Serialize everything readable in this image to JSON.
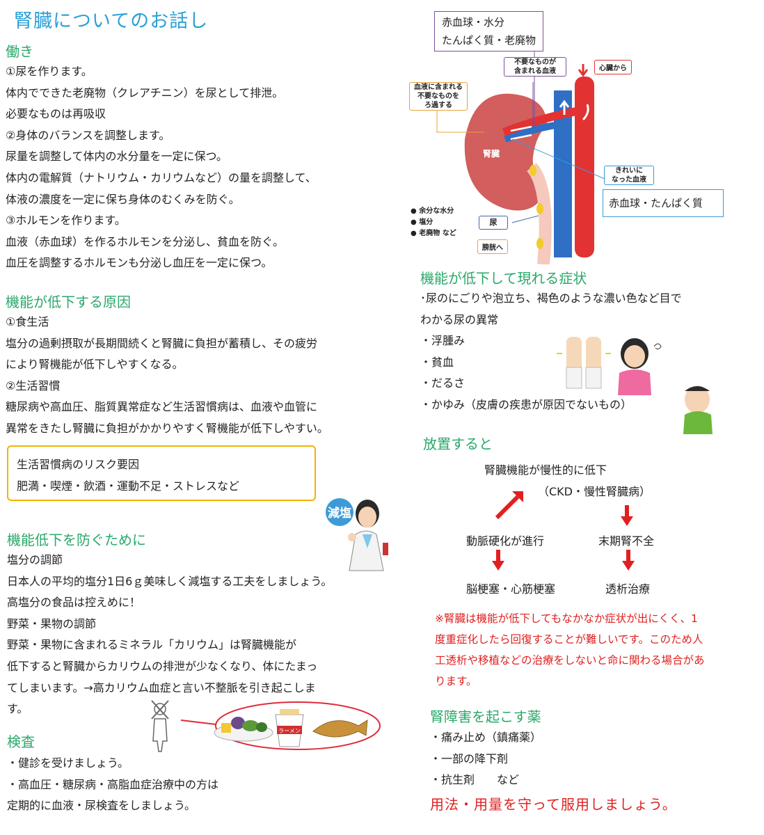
{
  "title": "腎臓についてのお話し",
  "function_section": {
    "heading": "働き",
    "lines": [
      "①尿を作ります。",
      "体内でできた老廃物（クレアチニン）を尿として排泄。",
      "必要なものは再吸収",
      "②身体のバランスを調整します。",
      "尿量を調整して体内の水分量を一定に保つ。",
      "体内の電解質（ナトリウム・カリウムなど）の量を調整して、",
      "体液の濃度を一定に保ち身体のむくみを防ぐ。",
      "③ホルモンを作ります。",
      "血液（赤血球）を作るホルモンを分泌し、貧血を防ぐ。",
      "血圧を調整するホルモンも分泌し血圧を一定に保つ。"
    ]
  },
  "cause_section": {
    "heading": "機能が低下する原因",
    "lines": [
      "①食生活",
      "塩分の過剰摂取が長期間続くと腎臓に負担が蓄積し、その疲労",
      "により腎機能が低下しやすくなる。",
      "②生活習慣",
      "糖尿病や高血圧、脂質異常症など生活習慣病は、血液や血管に",
      "異常をきたし腎臓に負担がかかりやすく腎機能が低下しやすい。"
    ],
    "risk_box": [
      "生活習慣病のリスク要因",
      "肥満・喫煙・飲酒・運動不足・ストレスなど"
    ]
  },
  "prevent_section": {
    "heading": "機能低下を防ぐために",
    "lines": [
      "塩分の調節",
      "日本人の平均的塩分1日6ｇ美味しく減塩する工夫をしましょう。",
      "高塩分の食品は控えめに！",
      "野菜・果物の調節",
      "野菜・果物に含まれるミネラル「カリウム」は腎臓機能が",
      "低下すると腎臓からカリウムの排泄が少なくなり、体にたまっ",
      "てしまいます。→高カリウム血症と言い不整脈を引き起こしま",
      "す。"
    ],
    "badge": "減塩",
    "noodle_label": "ラーメン"
  },
  "exam_section": {
    "heading": "検査",
    "lines": [
      "・健診を受けましょう。",
      "・高血圧・糖尿病・高脂血症治療中の方は",
      "定期的に血液・尿検査をしましょう。"
    ]
  },
  "kidney_diagram": {
    "box_top": [
      "赤血球・水分",
      "たんぱく質・老廃物"
    ],
    "box_right": "赤血球・たんぱく質",
    "label_unneeded": "不要なものが\n含まれる血液",
    "label_from_heart": "心臓から",
    "label_filter": "血液に含まれる\n不要なものを\nろ過する",
    "label_kidney": "腎臓",
    "label_clean": "きれいに\nなった血液",
    "bullets": [
      "● 余分な水分",
      "● 塩分",
      "● 老廃物 など"
    ],
    "label_urine": "尿",
    "label_bladder": "膀胱へ"
  },
  "symptom_section": {
    "heading": "機能が低下して現れる症状",
    "lines": [
      "･尿のにごりや泡立ち、褐色のような濃い色など目で",
      "わかる尿の異常",
      "・浮腫み",
      "・貧血",
      "・だるさ",
      "・かゆみ（皮膚の疾患が原因でないもの）"
    ]
  },
  "leave_section": {
    "heading": "放置すると",
    "flow": {
      "top": "腎臓機能が慢性的に低下",
      "top_sub": "（CKD・慢性腎臓病）",
      "left_mid": "動脈硬化が進行",
      "right_mid": "末期腎不全",
      "left_bottom": "脳梗塞・心筋梗塞",
      "right_bottom": "透析治療"
    },
    "warning": [
      "※腎臓は機能が低下してもなかなか症状が出にくく、1",
      "度重症化したら回復することが難しいです。このため人",
      "工透析や移植などの治療をしないと命に関わる場合があ",
      "ります。"
    ]
  },
  "drug_section": {
    "heading": "腎障害を起こす薬",
    "lines": [
      "・痛み止め（鎮痛薬）",
      "・一部の降下剤",
      "・抗生剤　　など"
    ],
    "footer": "用法・用量を守って服用しましょう。"
  },
  "colors": {
    "title": "#2aa0d8",
    "heading": "#2aa86a",
    "warning": "#e02020",
    "kidney": "#d25e5e",
    "vein": "#2f6fc4",
    "artery": "#e23232"
  }
}
